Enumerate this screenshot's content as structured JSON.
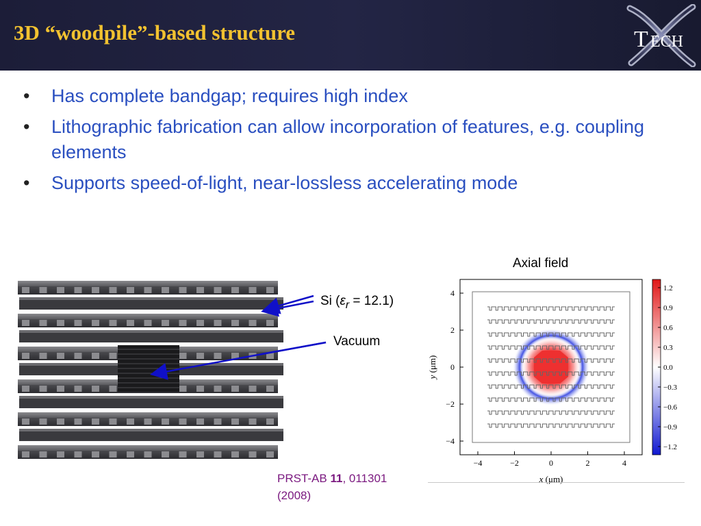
{
  "slide": {
    "title": "3D “woodpile”-based structure",
    "logo": {
      "text_large": "T",
      "text_small": "ECH",
      "monogram": "X"
    }
  },
  "bullets": [
    {
      "marker": "•",
      "text": "Has complete bandgap; requires high index"
    },
    {
      "marker": "•",
      "text": "Lithographic fabrication can allow incorporation of features, e.g. coupling elements"
    },
    {
      "marker": "•",
      "text": "Supports speed-of-light, near-lossless accelerating mode"
    }
  ],
  "woodpile_annotations": {
    "si_prefix": "Si (",
    "si_symbol": "ε",
    "si_subscript": "r",
    "si_suffix": " = 12.1)",
    "vacuum": "Vacuum",
    "arrow_color": "#1010c8"
  },
  "axial_field_plot": {
    "title": "Axial field",
    "xlabel_var": "x",
    "xlabel_unit": " (μm)",
    "ylabel_var": "y",
    "ylabel_unit": " (μm)",
    "x_ticks": [
      "−4",
      "−2",
      "0",
      "2",
      "4"
    ],
    "y_ticks": [
      "4",
      "2",
      "0",
      "−2",
      "−4"
    ],
    "colorbar_ticks": [
      "1.2",
      "0.9",
      "0.6",
      "0.3",
      "0.0",
      "−0.3",
      "−0.6",
      "−0.9",
      "−1.2"
    ],
    "colorbar_range": [
      -1.2,
      1.2
    ],
    "colors": {
      "positive": "#e83030",
      "negative": "#2030d0",
      "zero": "#ffffff"
    }
  },
  "citation": {
    "journal": "PRST-AB ",
    "volume": "11",
    "page": ", 011301",
    "year": "(2008)"
  },
  "colors": {
    "title": "#f2c230",
    "bullet_text": "#2a4fc0",
    "citation": "#7b1a80",
    "header_bg": "#1c1d38"
  }
}
